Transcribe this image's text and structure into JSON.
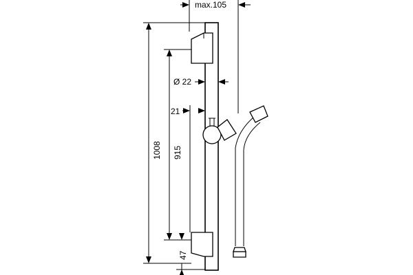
{
  "dimensions": {
    "max_reach": "max.105",
    "diameter": "Ø 22",
    "offset": "21",
    "overall_length": "1008",
    "bracket_spacing": "915",
    "bottom_offset": "47"
  }
}
